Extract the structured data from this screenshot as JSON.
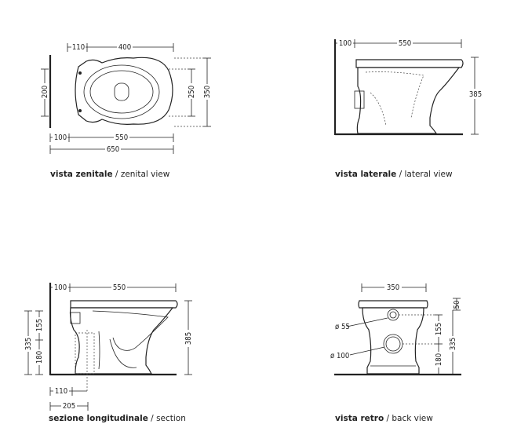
{
  "views": {
    "top": {
      "caption_bold": "vista zenitale",
      "caption_sep": " / ",
      "caption_text": "zenital view",
      "dims": {
        "d110": "110",
        "d400": "400",
        "d200": "200",
        "d250": "250",
        "d350": "350",
        "d100": "100",
        "d550": "550",
        "d650": "650"
      }
    },
    "lateral": {
      "caption_bold": "vista laterale",
      "caption_sep": " / ",
      "caption_text": "lateral view",
      "dims": {
        "d100": "100",
        "d550": "550",
        "d385": "385"
      }
    },
    "section": {
      "caption_bold": "sezione longitudinale",
      "caption_sep": " / ",
      "caption_text": "section",
      "dims": {
        "d100": "100",
        "d550": "550",
        "d385": "385",
        "d335": "335",
        "d155": "155",
        "d180": "180",
        "d110": "110",
        "d205": "205"
      }
    },
    "back": {
      "caption_bold": "vista retro",
      "caption_sep": " / ",
      "caption_text": "back view",
      "dims": {
        "d350": "350",
        "d50": "50",
        "d155": "155",
        "d335": "335",
        "d180": "180",
        "phi55": "ø 55",
        "phi100": "ø 100"
      }
    }
  }
}
